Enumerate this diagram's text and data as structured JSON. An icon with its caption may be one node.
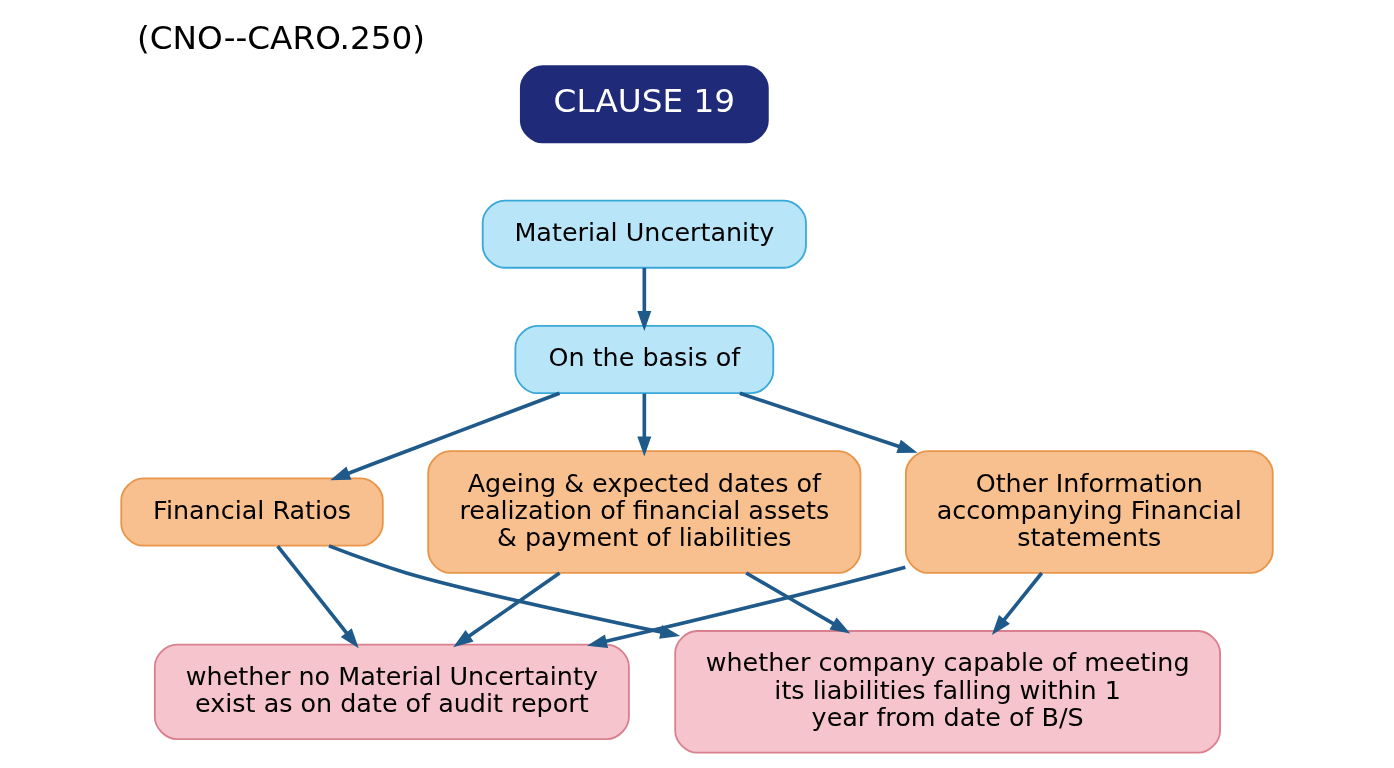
{
  "diagram": {
    "title": "(CNO--CARO.250)",
    "nodes": [
      {
        "text": [
          "CLAUSE 19"
        ]
      },
      {
        "text": [
          "Material Uncertanity"
        ]
      },
      {
        "text": [
          "On the basis of"
        ]
      },
      {
        "text": [
          "Financial Ratios"
        ]
      },
      {
        "text": [
          "Ageing & expected dates of realization of financial assets & payment of liabilities"
        ]
      },
      {
        "text": [
          "Other Information accompanying Financial statements"
        ]
      },
      {
        "text": [
          "whether no Material Uncertainty exist as on date of audit report"
        ]
      },
      {
        "text": [
          "whether company capable of meeting its liabilities falling within 1 year from date of B/S"
        ]
      }
    ],
    "edges": [
      {
        "from": 1,
        "to": 2,
        "arrow": "to"
      },
      {
        "from": 2,
        "to": 3,
        "arrow": "to"
      },
      {
        "from": 2,
        "to": 4,
        "arrow": "to"
      },
      {
        "from": 2,
        "to": 5,
        "arrow": "to"
      },
      {
        "from": 3,
        "to": 6,
        "arrow": "to"
      },
      {
        "from": 3,
        "to": 7,
        "arrow": "to"
      },
      {
        "from": 4,
        "to": 6,
        "arrow": "to"
      },
      {
        "from": 4,
        "to": 7,
        "arrow": "to"
      },
      {
        "from": 5,
        "to": 6,
        "arrow": "to"
      },
      {
        "from": 5,
        "to": 7,
        "arrow": "to"
      }
    ]
  }
}
